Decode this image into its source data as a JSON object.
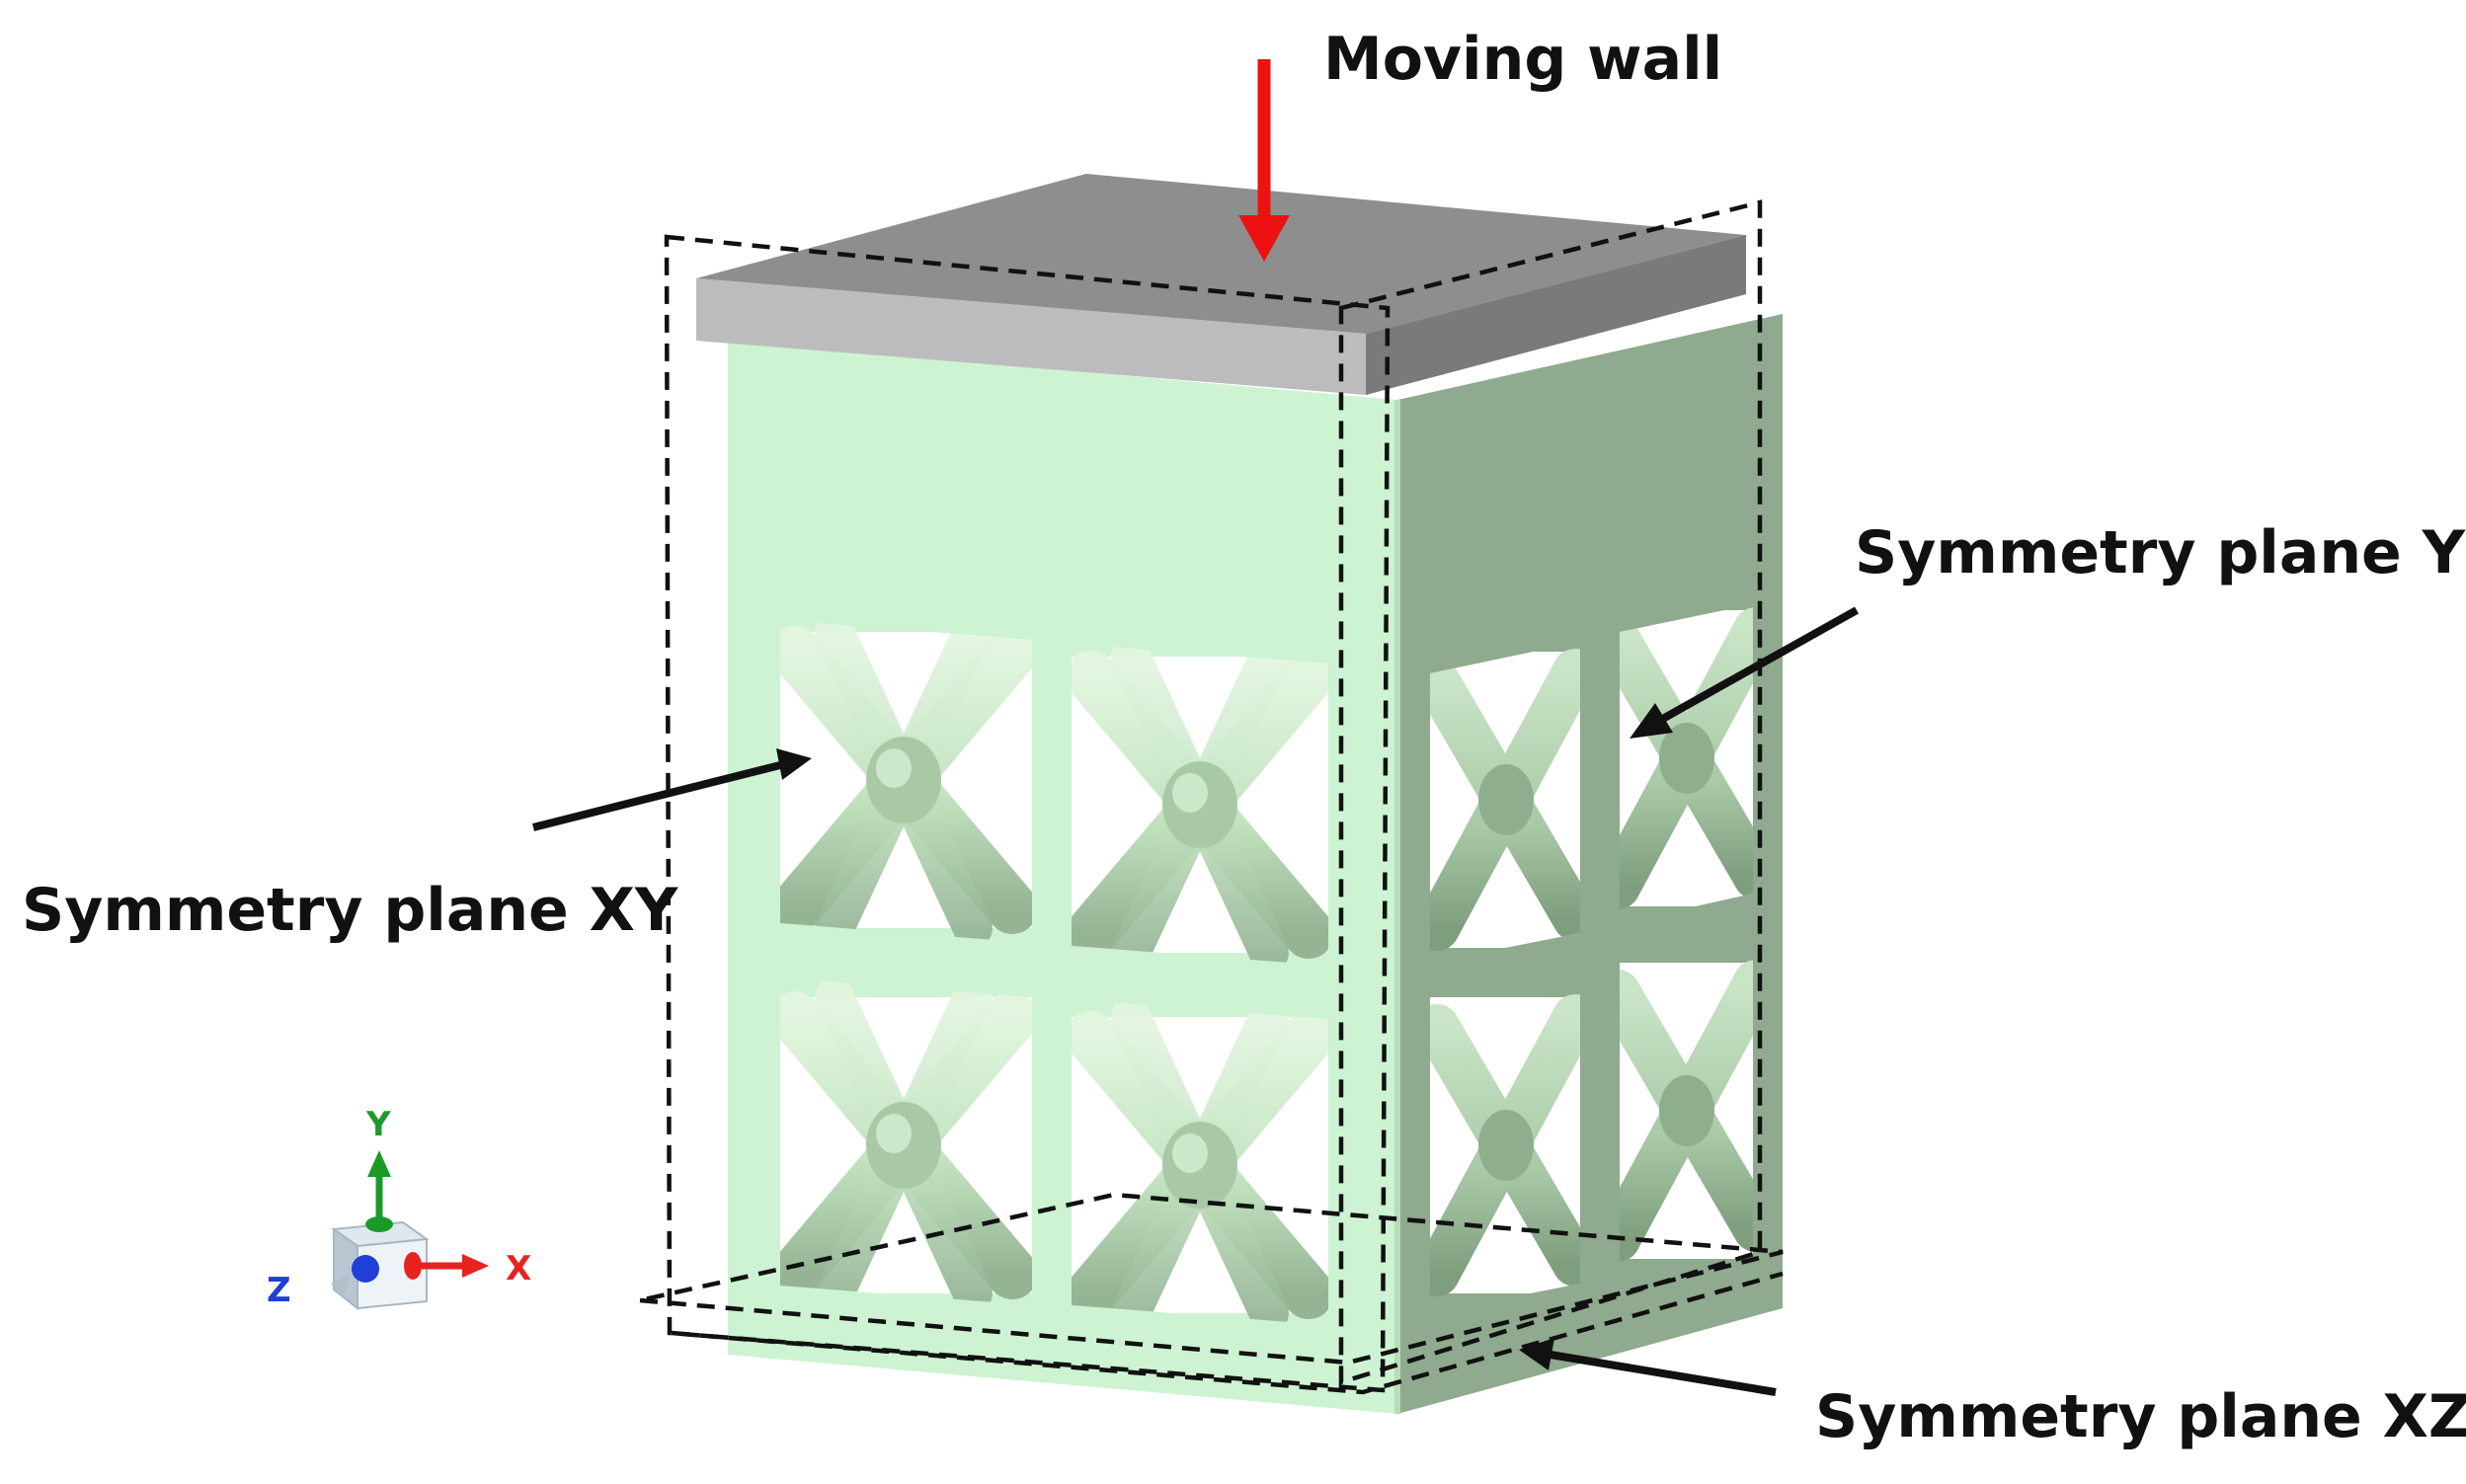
{
  "labels": {
    "moving_wall": "Moving wall",
    "symmetry_yz": "Symmetry plane YZ",
    "symmetry_xy": "Symmetry plane XY",
    "symmetry_xz": "Symmetry plane XZ"
  },
  "triad": {
    "x": "X",
    "y": "Y",
    "z": "Z"
  },
  "colors": {
    "lattice_front": "#cdf3d3",
    "lattice_side": "#8faa8e",
    "strut_light": "#c8e8c6",
    "strut_dark": "#93b292",
    "wall_top": "#8e8e8e",
    "wall_front": "#bcbcbc",
    "arrow_red": "#ee1111",
    "arrow_black": "#111111",
    "axis_x": "#e8221f",
    "axis_y": "#1b9a2a",
    "axis_z": "#1f3fd6"
  }
}
